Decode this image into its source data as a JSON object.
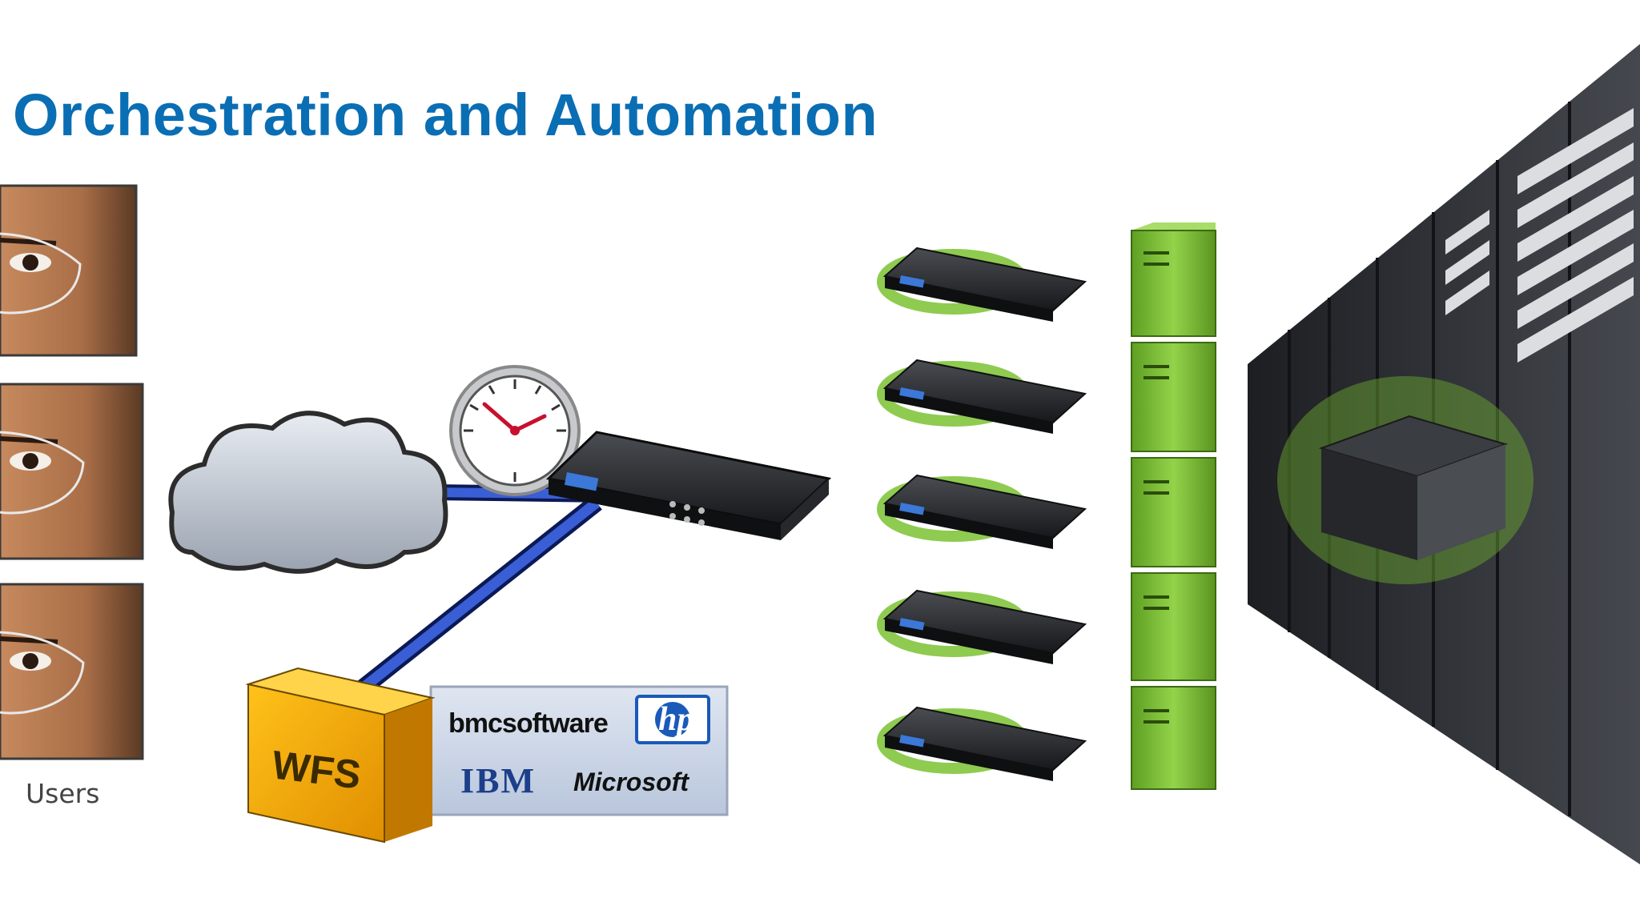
{
  "slide": {
    "title": "Orchestration and Automation",
    "users_label": "Users"
  },
  "wfs": {
    "label": "WFS",
    "vendors": [
      {
        "name": "bmcsoftware",
        "icon": "bmc-software-logo"
      },
      {
        "name": "hp",
        "icon": "hp-logo"
      },
      {
        "name": "IBM",
        "icon": "ibm-logo"
      },
      {
        "name": "Microsoft",
        "icon": "microsoft-logo"
      }
    ]
  },
  "users": {
    "count": 3
  },
  "appliances": {
    "count": 5
  },
  "colors": {
    "title": "#0a6eb4",
    "link": "#2a4fc0",
    "server_green": "#7ac231",
    "wfs_orange": "#f5a300",
    "rack_dark": "#2e3136"
  }
}
